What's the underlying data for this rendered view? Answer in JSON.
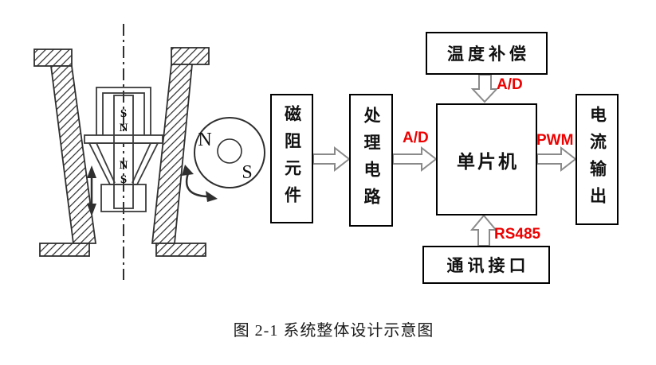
{
  "caption": "图 2-1 系统整体设计示意图",
  "colors": {
    "signal_label": "#ee0000",
    "box_border": "#000000",
    "arrow_outline": "#8a8a8a",
    "drawing_line": "#2f2f2f"
  },
  "blocks": {
    "magneto": {
      "label": "磁阻元件"
    },
    "process": {
      "label": "处理电路"
    },
    "mcu": {
      "label": "单片机"
    },
    "temp": {
      "label": "温度补偿"
    },
    "output": {
      "label": "电流输出"
    },
    "comm": {
      "label": "通讯接口"
    }
  },
  "signals": {
    "ad_top": "A/D",
    "ad_mid": "A/D",
    "pwm": "PWM",
    "rs485": "RS485"
  },
  "drawing": {
    "ring": {
      "north": "N",
      "south": "S"
    },
    "magnet_letters": [
      "S",
      "N",
      "N",
      "S"
    ]
  }
}
